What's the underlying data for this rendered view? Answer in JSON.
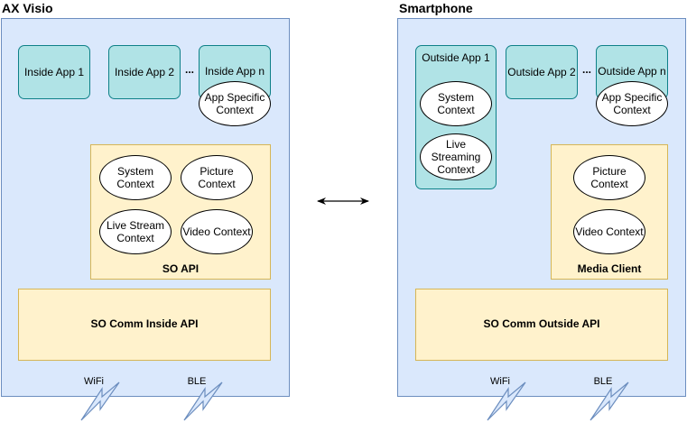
{
  "left": {
    "title": "AX Visio",
    "apps": [
      "Inside App 1",
      "Inside App 2",
      "Inside App n"
    ],
    "ellipsis": "...",
    "app_specific_context": "App Specific\nContext",
    "so_api": {
      "label": "SO API",
      "contexts": [
        "System\nContext",
        "Picture\nContext",
        "Live Stream\nContext",
        "Video Context"
      ]
    },
    "comm_label": "SO Comm Inside API",
    "wifi": "WiFi",
    "ble": "BLE"
  },
  "right": {
    "title": "Smartphone",
    "apps": [
      "Outside App 1",
      "Outside App 2",
      "Outside App n"
    ],
    "ellipsis": "...",
    "outside_app1_contexts": [
      "System\nContext",
      "Live\nStreaming\nContext"
    ],
    "app_specific_context": "App Specific\nContext",
    "media_client": {
      "label": "Media Client",
      "contexts": [
        "Picture\nContext",
        "Video Context"
      ]
    },
    "comm_label": "SO Comm Outside API",
    "wifi": "WiFi",
    "ble": "BLE"
  }
}
